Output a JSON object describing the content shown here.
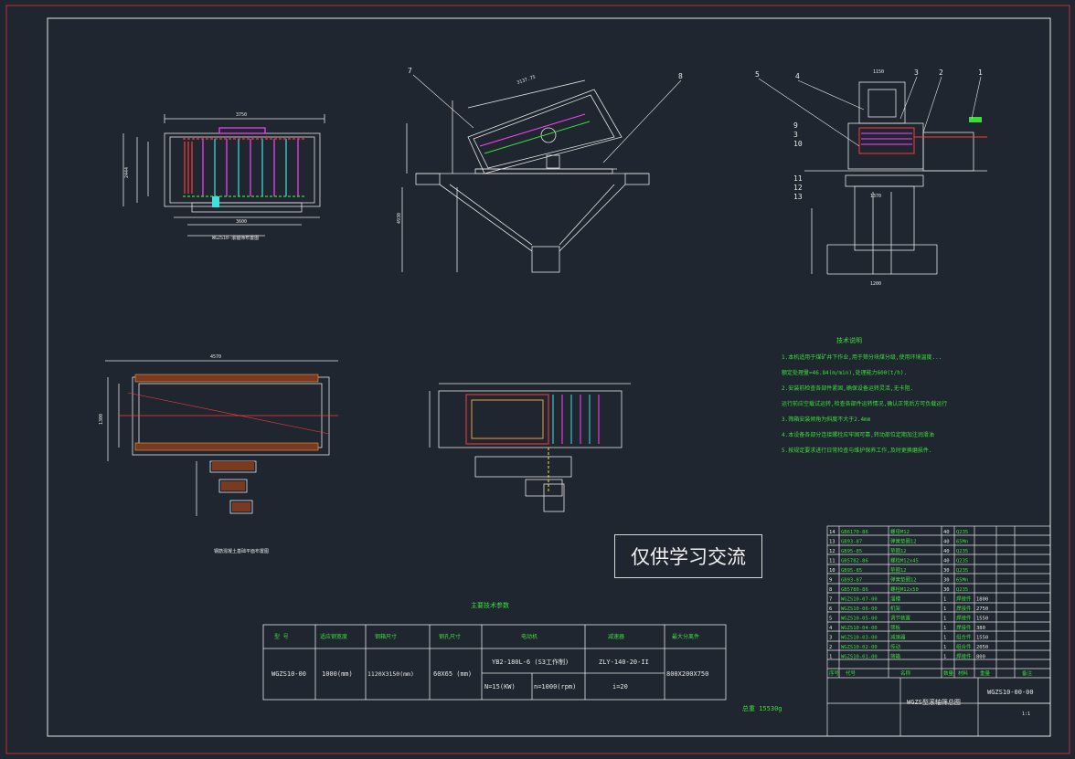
{
  "colors": {
    "background": "#1f2630",
    "line": "#e6e6e6",
    "frame": "#c03030",
    "red": "#ff3a3a",
    "green": "#3ddc3d",
    "magenta": "#ff40ff",
    "cyan": "#40e0e0",
    "yellow": "#e8e040"
  },
  "watermark": "仅供学习交流",
  "params_table": {
    "title": "主要技术参数",
    "headers": [
      "型 号",
      "适应钢宽度",
      "钢箱尺寸",
      "钢孔尺寸",
      "电动机",
      "减速器",
      "最大分离件"
    ],
    "model": "WGZS10-00",
    "width": "1000(mm)",
    "box_size": "1120X3150(mm)",
    "hole_size": "60X65 (mm)",
    "motor": "YB2-180L-6 (S3工作制)",
    "power": "N=15(KW)",
    "speed": "n=1000(rpm)",
    "reducer": "ZLY-140-20-II",
    "ratio": "i=20",
    "max_piece": "800X200X750"
  },
  "weight_label": "总重 15530g",
  "notes": {
    "title": "技术说明",
    "lines": [
      "1.本机适用于煤矿井下作业,用于筛分块煤分级,使用环境温度...",
      "   额定处理量=46.84(m/min),处理能力600(t/h).",
      "2.安装前检查各部件紧固,确保设备运转灵活,无卡阻.",
      "   运行前应空载试运转,检查各部件运转情况,确认正常后方可负载运行",
      "3.筛箱安装倾角为斜度不大于2.4mm",
      "4.本设备各部分连接螺栓应牢固可靠,转动部位定期加注润滑油",
      "5.按规定要求进行日常检查与维护保养工作,及时更换磨损件."
    ]
  },
  "bom": [
    {
      "no": "14",
      "code": "GB6170-86",
      "name": "螺母M12",
      "qty": "40",
      "mat": "Q235",
      "weight": ""
    },
    {
      "no": "13",
      "code": "GB93-87",
      "name": "弹簧垫圈12",
      "qty": "40",
      "mat": "65Mn",
      "weight": ""
    },
    {
      "no": "12",
      "code": "GB95-85",
      "name": "垫圈12",
      "qty": "40",
      "mat": "Q235",
      "weight": ""
    },
    {
      "no": "11",
      "code": "GB5782-86",
      "name": "螺栓M12x45",
      "qty": "40",
      "mat": "Q235",
      "weight": ""
    },
    {
      "no": "10",
      "code": "GB95-85",
      "name": "垫圈12",
      "qty": "30",
      "mat": "Q235",
      "weight": ""
    },
    {
      "no": "9",
      "code": "GB93-87",
      "name": "弹簧垫圈12",
      "qty": "30",
      "mat": "65Mn",
      "weight": ""
    },
    {
      "no": "8",
      "code": "GB5780-86",
      "name": "螺栓M12x50",
      "qty": "30",
      "mat": "Q235",
      "weight": ""
    },
    {
      "no": "7",
      "code": "WGZS10-07-00",
      "name": "溜槽",
      "qty": "1",
      "mat": "焊接件",
      "weight": "1800"
    },
    {
      "no": "6",
      "code": "WGZS10-06-00",
      "name": "机架",
      "qty": "1",
      "mat": "焊接件",
      "weight": "2750"
    },
    {
      "no": "5",
      "code": "WGZS10-05-00",
      "name": "调节装置",
      "qty": "1",
      "mat": "焊接件",
      "weight": "1550"
    },
    {
      "no": "4",
      "code": "WGZS10-04-00",
      "name": "筛板",
      "qty": "1",
      "mat": "焊接件",
      "weight": "380"
    },
    {
      "no": "3",
      "code": "WGZS10-03-00",
      "name": "减速器",
      "qty": "1",
      "mat": "组合件",
      "weight": "1550"
    },
    {
      "no": "2",
      "code": "WGZS10-02-00",
      "name": "传动",
      "qty": "1",
      "mat": "组合件",
      "weight": "2050"
    },
    {
      "no": "1",
      "code": "WGZS10-01-00",
      "name": "筛箱",
      "qty": "1",
      "mat": "焊接件",
      "weight": "800"
    }
  ],
  "bom_header": [
    "序号",
    "代号",
    "名称",
    "数量",
    "材料",
    "重量",
    "备注"
  ],
  "title_block": {
    "drawing_name": "WGZS型滚轴筛总图",
    "drawing_no": "WGZS10-00-00",
    "scale": "1:1"
  },
  "leaders_top_mid": [
    "7",
    "8"
  ],
  "leaders_top_right": [
    "5",
    "4",
    "3",
    "2",
    "1"
  ],
  "leaders_right_side": [
    "9",
    "3",
    "10",
    "11",
    "12",
    "13"
  ],
  "dims": {
    "plan_top": "3750",
    "plan_bottom": "3600",
    "plan_left": "2444",
    "side_top": "3137.75",
    "side_left": "4930",
    "end_top": "1150",
    "end_mid": "1370",
    "end_bottom": "1200",
    "bottom_top": "4570",
    "bottom_left": "1300"
  },
  "captions": {
    "plan": "WGZS10-滚轴筛布置图",
    "bottom_left": "钢筋混凝土基础平面布置图"
  }
}
